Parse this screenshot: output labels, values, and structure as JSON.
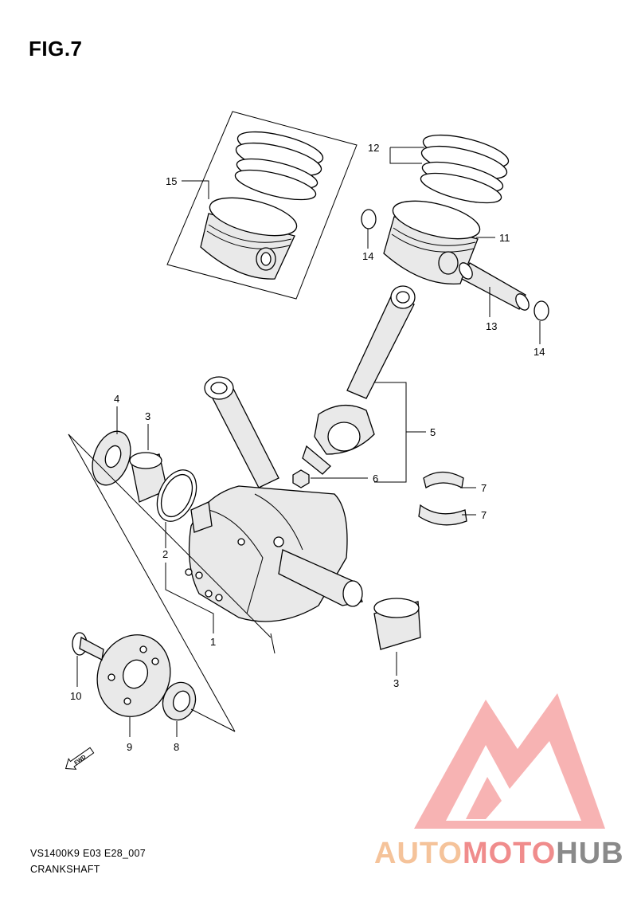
{
  "figure": {
    "title": "FIG.7",
    "model_code": "VS1400K9 E03 E28_007",
    "section_name": "CRANKSHAFT",
    "fwd_label": "FWD"
  },
  "callouts": {
    "c1": "1",
    "c2": "2",
    "c3a": "3",
    "c3b": "3",
    "c4": "4",
    "c5": "5",
    "c6": "6",
    "c7a": "7",
    "c7b": "7",
    "c8": "8",
    "c9": "9",
    "c10": "10",
    "c11": "11",
    "c12": "12",
    "c13": "13",
    "c14a": "14",
    "c14b": "14",
    "c15": "15"
  },
  "watermark": {
    "word_part1": "AUTO",
    "word_part2": "MOTO",
    "word_part3": "HUB",
    "color_auto": "#f5c39a",
    "color_moto": "#f08c8c",
    "color_hub": "#8a8a8a",
    "logo_color": "#f27b7b"
  }
}
